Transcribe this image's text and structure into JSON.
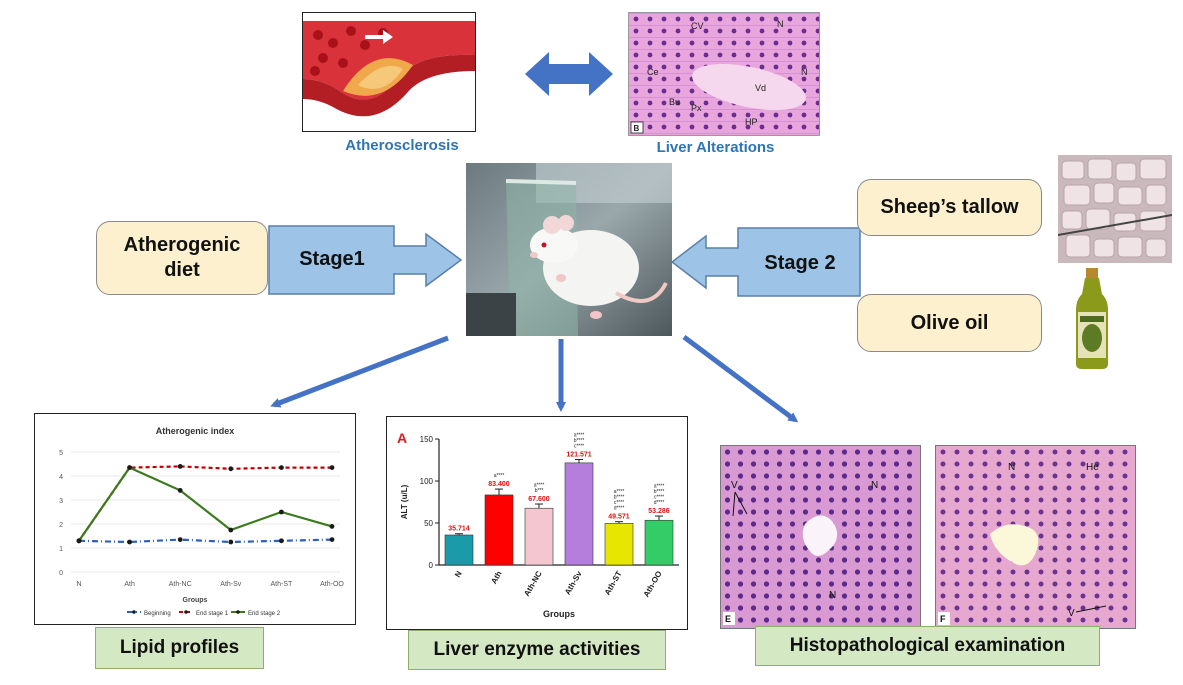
{
  "top": {
    "atherosclerosis_label": "Atherosclerosis",
    "liver_label": "Liver Alterations",
    "liver_panel_letter": "B",
    "liver_annotations": [
      "CV",
      "N",
      "Ce",
      "Vd",
      "Bu",
      "Px",
      "HP",
      "N"
    ]
  },
  "left": {
    "diet_label": "Atherogenic diet",
    "stage1": "Stage1"
  },
  "right": {
    "stage2": "Stage 2",
    "tallow": "Sheep’s tallow",
    "olive": "Olive oil"
  },
  "bottom": {
    "lipid_label": "Lipid profiles",
    "enzyme_label": "Liver enzyme activities",
    "histo_label": "Histopathological examination",
    "histo_panel_e": "E",
    "histo_panel_f": "F",
    "histo_e_annotations": [
      "V",
      "N",
      "N"
    ],
    "histo_f_annotations": [
      "N",
      "He",
      "V"
    ]
  },
  "chart_data": [
    {
      "type": "line",
      "title": "Atherogenic index",
      "xlabel": "Groups",
      "ylabel": "",
      "categories": [
        "N",
        "Ath",
        "Ath-NC",
        "Ath-Sv",
        "Ath-ST",
        "Ath-OO"
      ],
      "ylim": [
        0,
        5
      ],
      "yticks": [
        0,
        1,
        2,
        3,
        4,
        5
      ],
      "series": [
        {
          "name": "Beginning",
          "color": "#2f5fbf",
          "style": "dashdot",
          "values": [
            1.3,
            1.25,
            1.35,
            1.25,
            1.3,
            1.35
          ]
        },
        {
          "name": "End stage 1",
          "color": "#c00000",
          "style": "dashed",
          "values": [
            1.3,
            4.35,
            4.4,
            4.3,
            4.35,
            4.35
          ]
        },
        {
          "name": "End stage 2",
          "color": "#3c7a1e",
          "style": "solid",
          "values": [
            1.3,
            4.35,
            3.4,
            1.75,
            2.5,
            1.9
          ]
        }
      ],
      "legend": "bottom",
      "grid": true
    },
    {
      "type": "bar",
      "panel_letter": "A",
      "xlabel": "Groups",
      "ylabel": "ALT (u/L)",
      "categories": [
        "N",
        "Ath",
        "Ath-NC",
        "Ath-Sv",
        "Ath-ST",
        "Ath-OO"
      ],
      "values": [
        35.714,
        83.4,
        67.6,
        121.571,
        49.571,
        53.286
      ],
      "value_labels": [
        "35.714",
        "83.400",
        "67.600",
        "121.571",
        "49.571",
        "53.286"
      ],
      "errors": [
        1.5,
        7,
        5,
        4,
        2,
        5
      ],
      "colors": [
        "#1b9aaa",
        "#ff0000",
        "#f4c6cf",
        "#b57edc",
        "#e6e600",
        "#33cc66"
      ],
      "significance": [
        [],
        [
          "a****"
        ],
        [
          "a****",
          "b***"
        ],
        [
          "a****",
          "b****",
          "c****"
        ],
        [
          "a****",
          "b****",
          "c****",
          "d****"
        ],
        [
          "a****",
          "b****",
          "c****",
          "d****"
        ]
      ],
      "ylim": [
        0,
        150
      ],
      "yticks": [
        0,
        50,
        100,
        150
      ]
    }
  ]
}
